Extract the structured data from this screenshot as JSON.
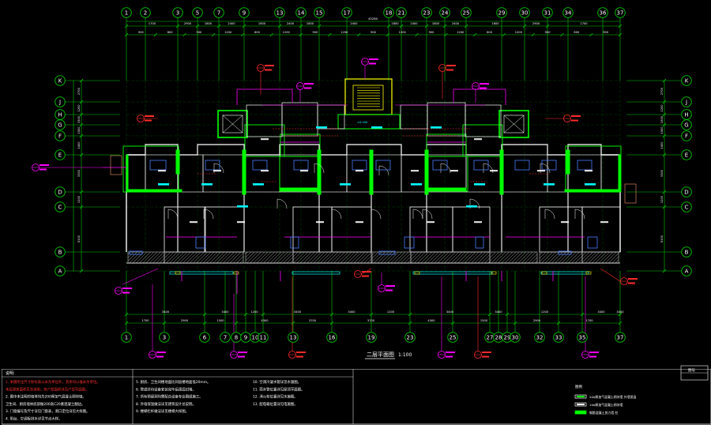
{
  "grid_columns": [
    "1",
    "2",
    "3",
    "5",
    "7",
    "9",
    "13",
    "14",
    "15",
    "17",
    "18",
    "21",
    "23",
    "24",
    "25",
    "29",
    "30",
    "31",
    "34",
    "36",
    "37"
  ],
  "grid_columns_bottom": [
    "1",
    "3",
    "6",
    "7",
    "8",
    "9",
    "10",
    "11",
    "13",
    "16",
    "19",
    "23",
    "25",
    "27",
    "28",
    "29",
    "30",
    "32",
    "33",
    "35",
    "37"
  ],
  "grid_rows_left": [
    "K",
    "J",
    "H",
    "G",
    "F",
    "E",
    "D",
    "C",
    "B",
    "A"
  ],
  "grid_rows_right": [
    "K",
    "J",
    "H",
    "G",
    "F",
    "E",
    "D",
    "C",
    "B",
    "A"
  ],
  "top_dims_row1": [
    "1700",
    "2900",
    "1800",
    "2400",
    "1800",
    "2400",
    "1800",
    "2400",
    "1800",
    "2400",
    "1800",
    "2400",
    "1800",
    "2900",
    "1700"
  ],
  "top_dims_row2": [
    "900",
    "800",
    "900",
    "1200",
    "600",
    "1200",
    "900",
    "1200",
    "900",
    "1200",
    "900",
    "1200",
    "600",
    "1200",
    "900",
    "800",
    "900"
  ],
  "top_overall_dim": "45280",
  "bottom_dims_row1": [
    "3400",
    "3400",
    "1200",
    "3400",
    "3400",
    "1200",
    "3400",
    "3400",
    "1200",
    "3400",
    "3400"
  ],
  "bottom_dims_row2": [
    "1700",
    "2900",
    "1500",
    "4300",
    "3700",
    "3700",
    "4300",
    "1500",
    "2900",
    "1700"
  ],
  "left_dims": [
    "2700",
    "1200",
    "1500",
    "1500",
    "1400",
    "3300",
    "1200",
    "5100"
  ],
  "drawing_title": "二层平面图",
  "drawing_scale": "1:100",
  "elevation_label": "±0.000",
  "title_block_label": "图号",
  "notes": {
    "header": "说明:",
    "col1": [
      "1.  本图所注尺寸除标高以米为单位外，其余均以毫米为单位。",
      "    本层建筑面积见总说明，各户型面积详见户型平面图。",
      "2.  图中未注明的墙体均为200厚加气混凝土砌块墙。",
      "    卫生间、厨房墙体底部做200高C20素混凝土翻边。",
      "3.  门窗编号及尺寸详见门窗表，洞口定位详见大样图。",
      "4.  阳台、空调板排水详见节点大样。"
    ],
    "col2": [
      "5.  厨房、卫生间楼地面比同层楼地面低20mm。",
      "6.  管道井待设备安装完毕后逐层封堵。",
      "7.  所有预留洞均需配合设备专业图纸施工。",
      "8.  外墙保温做法详见建筑设计总说明。",
      "9.  楼梯栏杆做法详见楼梯大样图。"
    ],
    "col3": [
      "10. 空调冷凝水管详见水施图。",
      "11. 雨水管位置详见屋顶平面图。",
      "12. 消火栓位置详见水施图。",
      "13. 配电箱位置详见电施图。"
    ]
  },
  "legend": {
    "header": "图例",
    "items": [
      "200厚加气混凝土砌块墙 外墙保温",
      "100厚加气混凝土砌块墙",
      "钢筋混凝土剪力墙 柱"
    ]
  },
  "colors": {
    "grid_line": "#00c800",
    "grid_circle": "#ffffff",
    "wall": "#ffffff",
    "concrete_wall": "#00ff00",
    "dimension": "#00ffff",
    "annotation": "#ff00ff",
    "tag": "#ff0000",
    "stair": "#ffff00",
    "hatch": "#9a9a9a",
    "blue": "#4a7dff"
  }
}
